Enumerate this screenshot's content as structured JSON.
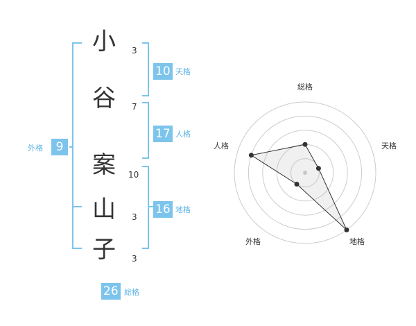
{
  "name": {
    "chars": [
      {
        "char": "小",
        "strokes": "3"
      },
      {
        "char": "谷",
        "strokes": "7"
      },
      {
        "char": "案",
        "strokes": "10"
      },
      {
        "char": "山",
        "strokes": "3"
      },
      {
        "char": "子",
        "strokes": "3"
      }
    ]
  },
  "fortune": {
    "tenkaku": {
      "value": "10",
      "label": "天格"
    },
    "jinkaku": {
      "value": "17",
      "label": "人格"
    },
    "chikaku": {
      "value": "16",
      "label": "地格"
    },
    "gaikaku": {
      "value": "9",
      "label": "外格"
    },
    "soukaku": {
      "value": "26",
      "label": "総格"
    }
  },
  "colors": {
    "accent": "#7cc4ec",
    "accent_text": "#5eb4e6",
    "text": "#333333",
    "grid": "#cccccc"
  },
  "chart_data": {
    "type": "radar",
    "axes": [
      "総格",
      "天格",
      "地格",
      "外格",
      "人格"
    ],
    "values": [
      2,
      1,
      5,
      1,
      4
    ],
    "range": [
      0,
      5
    ]
  }
}
